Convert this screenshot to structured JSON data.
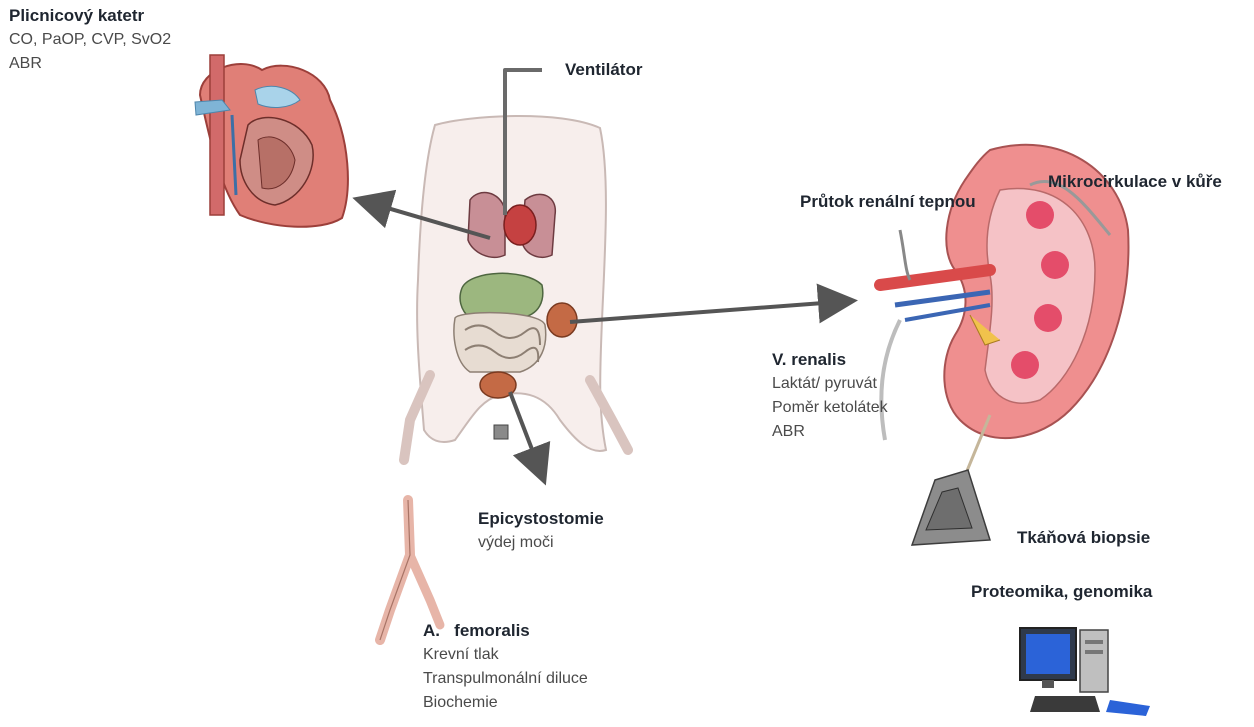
{
  "catheter": {
    "title": "Plicnicový katetr",
    "items": [
      "CO, PaOP, CVP, SvO2",
      "ABR"
    ]
  },
  "ventilator": {
    "title": "Ventilátor"
  },
  "microcirculation": {
    "title": "Mikrocirkulace v kůře"
  },
  "renal_flow": {
    "title": "Průtok renální tepnou"
  },
  "renal_vein": {
    "title": "V. renalis",
    "items": [
      "Laktát/ pyruvát",
      "Poměr ketolátek",
      "ABR"
    ]
  },
  "epicystostomy": {
    "title": "Epicystostomie",
    "items": [
      "výdej moči"
    ]
  },
  "femoral": {
    "title": "A.   femoralis",
    "items": [
      "Krevní tlak",
      "Transpulmonální diluce",
      "Biochemie"
    ]
  },
  "biopsy": {
    "title": "Tkáňová biopsie"
  },
  "omics": {
    "title": "Proteomika, genomika"
  },
  "colors": {
    "arrow": "#555555",
    "heart": "#d9706a",
    "kidney": "#ee8f8f",
    "pig": "#f7eeec"
  }
}
